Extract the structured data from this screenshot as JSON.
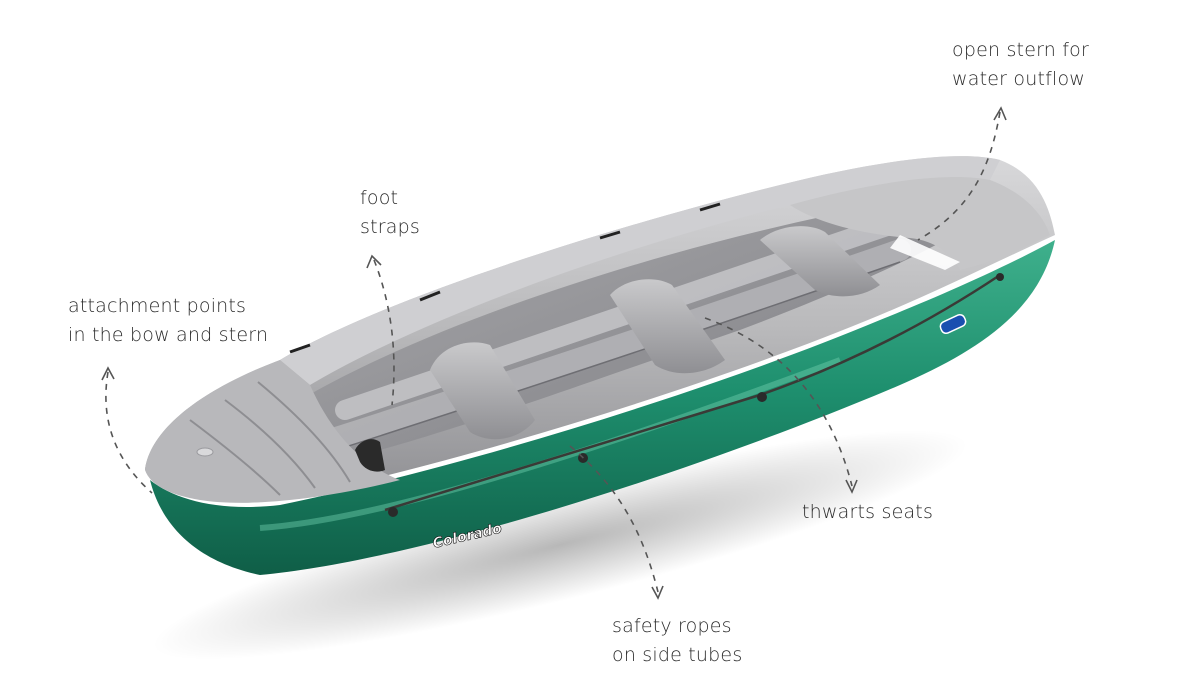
{
  "figure": {
    "subject": "inflatable raft",
    "colors": {
      "background": "#ffffff",
      "hull_green": "#1e8f6e",
      "hull_green_dark": "#0f5e47",
      "hull_green_light": "#3fb08c",
      "tube_gray": "#b9b9bb",
      "tube_gray_light": "#d6d6d8",
      "tube_gray_dark": "#8e8e92",
      "rope": "#3a3a36",
      "label_text": "#2b2b2b",
      "callout_line": "#555555",
      "badge_blue": "#1a4fb0"
    },
    "hull_brand": "Colorado"
  },
  "callouts": [
    {
      "id": "stern-outflow",
      "line1": "open stern for",
      "line2": "water outflow"
    },
    {
      "id": "foot-straps",
      "line1": "foot",
      "line2": "straps"
    },
    {
      "id": "attachment-points",
      "line1": "attachment points",
      "line2": "in the bow and stern"
    },
    {
      "id": "thwarts-seats",
      "line1": "thwarts seats",
      "line2": ""
    },
    {
      "id": "safety-ropes",
      "line1": "safety ropes",
      "line2": "on side tubes"
    }
  ]
}
